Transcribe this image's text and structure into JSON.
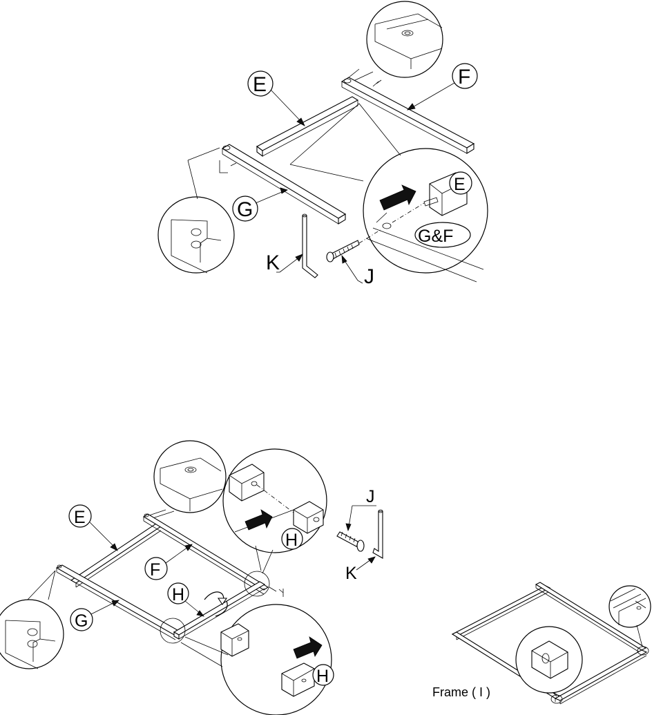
{
  "step1": {
    "labels": {
      "e": "E",
      "f": "F",
      "g": "G",
      "k": "K",
      "j": "J",
      "detail_e": "E",
      "detail_gf": "G&F"
    }
  },
  "step2": {
    "labels": {
      "e": "E",
      "f": "F",
      "g": "G",
      "h": "H",
      "j": "J",
      "k": "K",
      "detail_h_top": "H",
      "detail_h_bottom": "H"
    }
  },
  "result": {
    "caption": "Frame ( I )"
  }
}
